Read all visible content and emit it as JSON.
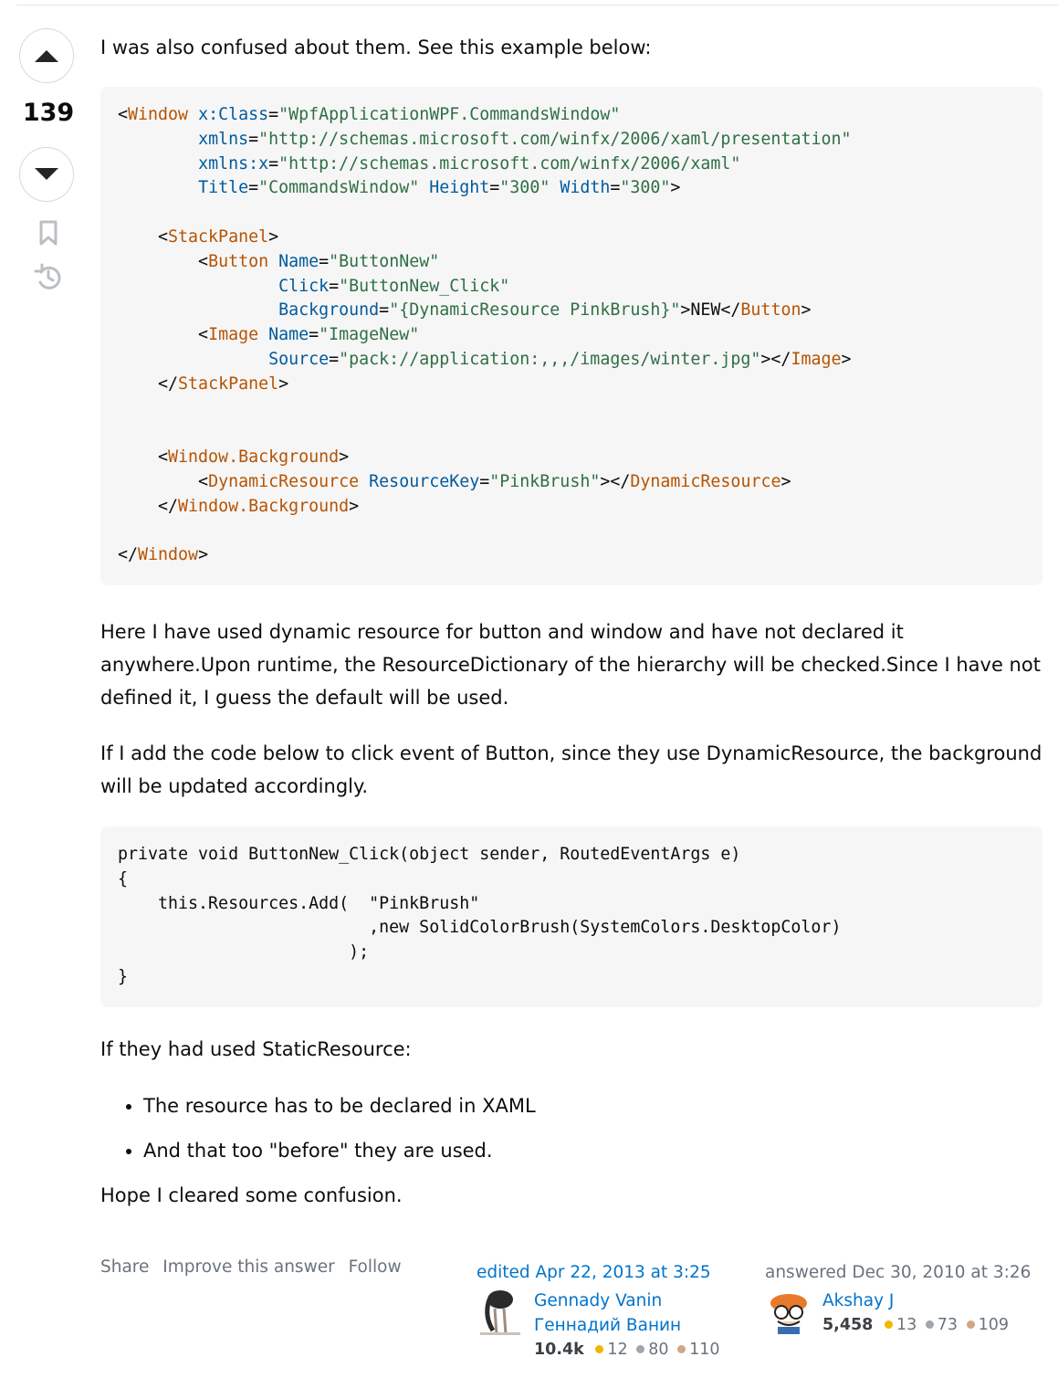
{
  "vote": {
    "count": "139"
  },
  "intro": "I was also confused about them. See this example below:",
  "xaml_code": {
    "lines": [
      [
        [
          "p",
          "<"
        ],
        [
          "tag",
          "Window"
        ],
        [
          "p",
          " "
        ],
        [
          "attr",
          "x:Class"
        ],
        [
          "p",
          "="
        ],
        [
          "val",
          "\"WpfApplicationWPF.CommandsWindow\""
        ]
      ],
      [
        [
          "p",
          "        "
        ],
        [
          "attr",
          "xmlns"
        ],
        [
          "p",
          "="
        ],
        [
          "val",
          "\"http://schemas.microsoft.com/winfx/2006/xaml/presentation\""
        ]
      ],
      [
        [
          "p",
          "        "
        ],
        [
          "attr",
          "xmlns:x"
        ],
        [
          "p",
          "="
        ],
        [
          "val",
          "\"http://schemas.microsoft.com/winfx/2006/xaml\""
        ]
      ],
      [
        [
          "p",
          "        "
        ],
        [
          "attr",
          "Title"
        ],
        [
          "p",
          "="
        ],
        [
          "val",
          "\"CommandsWindow\""
        ],
        [
          "p",
          " "
        ],
        [
          "attr",
          "Height"
        ],
        [
          "p",
          "="
        ],
        [
          "val",
          "\"300\""
        ],
        [
          "p",
          " "
        ],
        [
          "attr",
          "Width"
        ],
        [
          "p",
          "="
        ],
        [
          "val",
          "\"300\""
        ],
        [
          "p",
          ">"
        ]
      ],
      [],
      [
        [
          "p",
          "    <"
        ],
        [
          "tag",
          "StackPanel"
        ],
        [
          "p",
          ">"
        ]
      ],
      [
        [
          "p",
          "        <"
        ],
        [
          "tag",
          "Button"
        ],
        [
          "p",
          " "
        ],
        [
          "attr",
          "Name"
        ],
        [
          "p",
          "="
        ],
        [
          "val",
          "\"ButtonNew\""
        ]
      ],
      [
        [
          "p",
          "                "
        ],
        [
          "attr",
          "Click"
        ],
        [
          "p",
          "="
        ],
        [
          "val",
          "\"ButtonNew_Click\""
        ]
      ],
      [
        [
          "p",
          "                "
        ],
        [
          "attr",
          "Background"
        ],
        [
          "p",
          "="
        ],
        [
          "val",
          "\"{DynamicResource PinkBrush}\""
        ],
        [
          "p",
          ">NEW</"
        ],
        [
          "tag",
          "Button"
        ],
        [
          "p",
          ">"
        ]
      ],
      [
        [
          "p",
          "        <"
        ],
        [
          "tag",
          "Image"
        ],
        [
          "p",
          " "
        ],
        [
          "attr",
          "Name"
        ],
        [
          "p",
          "="
        ],
        [
          "val",
          "\"ImageNew\""
        ]
      ],
      [
        [
          "p",
          "               "
        ],
        [
          "attr",
          "Source"
        ],
        [
          "p",
          "="
        ],
        [
          "val",
          "\"pack://application:,,,/images/winter.jpg\""
        ],
        [
          "p",
          "></"
        ],
        [
          "tag",
          "Image"
        ],
        [
          "p",
          ">"
        ]
      ],
      [
        [
          "p",
          "    </"
        ],
        [
          "tag",
          "StackPanel"
        ],
        [
          "p",
          ">"
        ]
      ],
      [],
      [],
      [
        [
          "p",
          "    <"
        ],
        [
          "tag",
          "Window.Background"
        ],
        [
          "p",
          ">"
        ]
      ],
      [
        [
          "p",
          "        <"
        ],
        [
          "tag",
          "DynamicResource"
        ],
        [
          "p",
          " "
        ],
        [
          "attr",
          "ResourceKey"
        ],
        [
          "p",
          "="
        ],
        [
          "val",
          "\"PinkBrush\""
        ],
        [
          "p",
          "></"
        ],
        [
          "tag",
          "DynamicResource"
        ],
        [
          "p",
          ">"
        ]
      ],
      [
        [
          "p",
          "    </"
        ],
        [
          "tag",
          "Window.Background"
        ],
        [
          "p",
          ">"
        ]
      ],
      [],
      [
        [
          "p",
          "</"
        ],
        [
          "tag",
          "Window"
        ],
        [
          "p",
          ">"
        ]
      ]
    ]
  },
  "para1": "Here I have used dynamic resource for button and window and have not declared it anywhere.Upon runtime, the ResourceDictionary of the hierarchy will be checked.Since I have not defined it, I guess the default will be used.",
  "para2": "If I add the code below to click event of Button, since they use DynamicResource, the background will be updated accordingly.",
  "csharp_code": "private void ButtonNew_Click(object sender, RoutedEventArgs e)\n{\n    this.Resources.Add(  \"PinkBrush\"\n                         ,new SolidColorBrush(SystemColors.DesktopColor)\n                       );\n}",
  "para3": "If they had used StaticResource:",
  "bullets": [
    "The resource has to be declared in XAML",
    "And that too \"before\" they are used."
  ],
  "para4": "Hope I cleared some confusion.",
  "actions": {
    "share": "Share",
    "improve": "Improve this answer",
    "follow": "Follow"
  },
  "editor": {
    "action": "edited Apr 22, 2013 at 3:25",
    "name": "Gennady Vanin Геннадий Ванин",
    "reputation": "10.4k",
    "gold": "12",
    "silver": "80",
    "bronze": "110"
  },
  "author": {
    "action": "answered Dec 30, 2010 at 3:26",
    "name": "Akshay J",
    "reputation": "5,458",
    "gold": "13",
    "silver": "73",
    "bronze": "109"
  },
  "colors": {
    "gold": "#f1b600",
    "silver": "#9fa6ad",
    "bronze": "#d1a684",
    "link": "#0074cc"
  },
  "icons": [
    "upvote-icon",
    "downvote-icon",
    "bookmark-icon",
    "history-icon"
  ]
}
